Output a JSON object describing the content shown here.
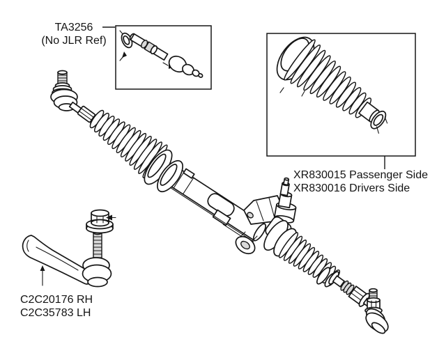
{
  "diagram": {
    "background_color": "#ffffff",
    "line_color": "#161616",
    "callouts": {
      "inner_tie_rod": {
        "part_number": "TA3256",
        "note": "(No JLR Ref)"
      },
      "gaiter": {
        "line1": "XR830015 Passenger Side",
        "line2": "XR830016 Drivers Side"
      },
      "outer_tie_rod_end": {
        "line1": "C2C20176 RH",
        "line2": "C2C35783 LH"
      }
    }
  }
}
